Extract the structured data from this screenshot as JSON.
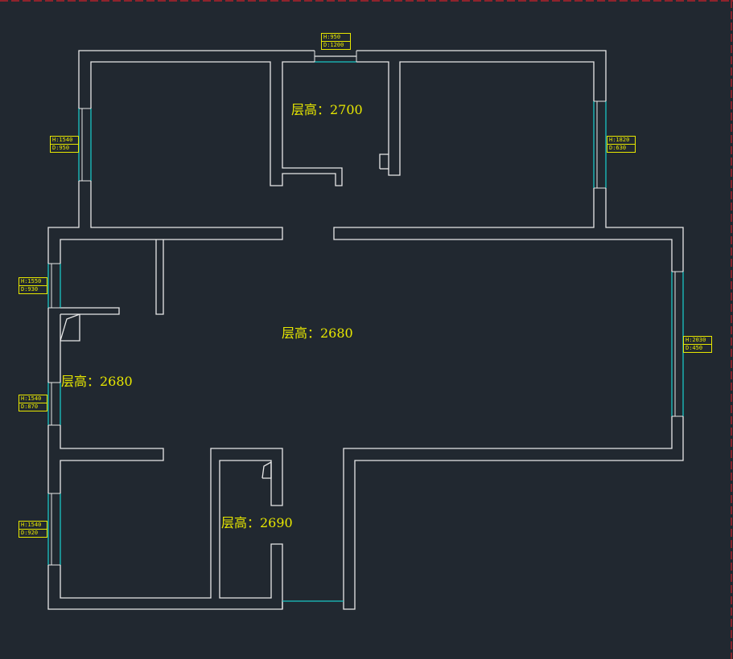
{
  "colors": {
    "background": "#212830",
    "wall": "#e8e8e8",
    "window": "#19c4c4",
    "label": "#e8e800",
    "border_dash": "#d0202a"
  },
  "rooms": [
    {
      "id": "room-top-middle",
      "label": "层高：2700"
    },
    {
      "id": "room-center",
      "label": "层高：2680"
    },
    {
      "id": "room-left",
      "label": "层高：2680"
    },
    {
      "id": "room-bottom",
      "label": "层高：2690"
    }
  ],
  "window_tags": [
    {
      "id": "tag-top",
      "h": "H:950",
      "d": "D:1200"
    },
    {
      "id": "tag-left-1",
      "h": "H:1540",
      "d": "D:950"
    },
    {
      "id": "tag-right-1",
      "h": "H:1820",
      "d": "D:630"
    },
    {
      "id": "tag-left-2",
      "h": "H:1550",
      "d": "D:930"
    },
    {
      "id": "tag-right-2",
      "h": "H:2030",
      "d": "D:450"
    },
    {
      "id": "tag-left-3",
      "h": "H:1540",
      "d": "D:870"
    },
    {
      "id": "tag-left-4",
      "h": "H:1540",
      "d": "D:920"
    }
  ]
}
